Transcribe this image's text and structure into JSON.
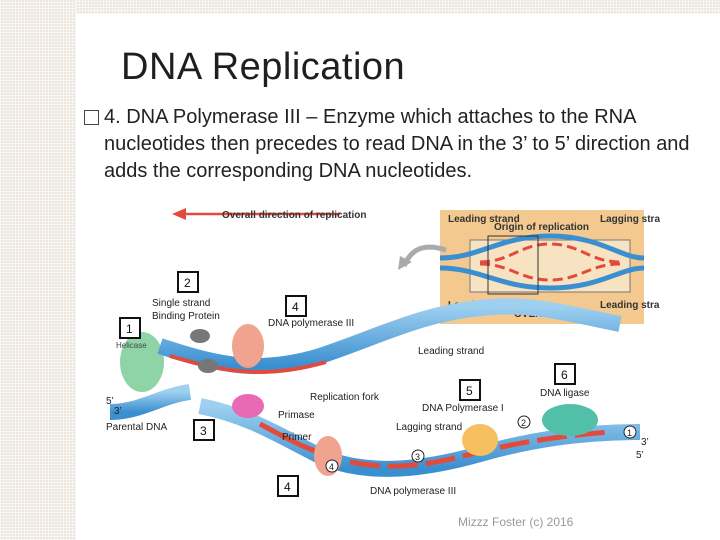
{
  "slide": {
    "title": "DNA Replication",
    "bullet": "4. DNA Polymerase III – Enzyme which attaches to the RNA nucleotides then precedes to read DNA in the 3’ to 5’ direction and adds the corresponding DNA nucleotides.",
    "footer": "Mizzz Foster (c) 2016"
  },
  "figure": {
    "direction_label": "Overall direction of replication",
    "overview": {
      "leading_tl": "Leading strand",
      "origin": "Origin of replication",
      "lagging_tr": "Lagging strand",
      "lagging_bl": "Lagging strand",
      "overview_label": "OVERVIEW",
      "leading_br": "Leading strand"
    },
    "labels": {
      "n2": "2",
      "single_strand": "Single strand",
      "binding_protein": "Binding Protein",
      "n4a": "4",
      "dna_pol_iii_a": "DNA polymerase III",
      "n1": "1",
      "helicase": "Helicase",
      "leading_strand": "Leading strand",
      "n6": "6",
      "dna_ligase": "DNA ligase",
      "n5": "5",
      "dna_pol_i": "DNA Polymerase I",
      "five_prime_l": "5’",
      "three_prime_l": "3’",
      "replication_fork": "Replication fork",
      "primase": "Primase",
      "parental_dna": "Parental DNA",
      "n3": "3",
      "primer": "Primer",
      "lagging_strand": "Lagging strand",
      "three_prime_r": "3’",
      "five_prime_r": "5’",
      "n4b": "4",
      "dna_pol_iii_b": "DNA polymerase III",
      "c1": "1",
      "c2": "2",
      "c3": "3",
      "c4": "4"
    }
  }
}
